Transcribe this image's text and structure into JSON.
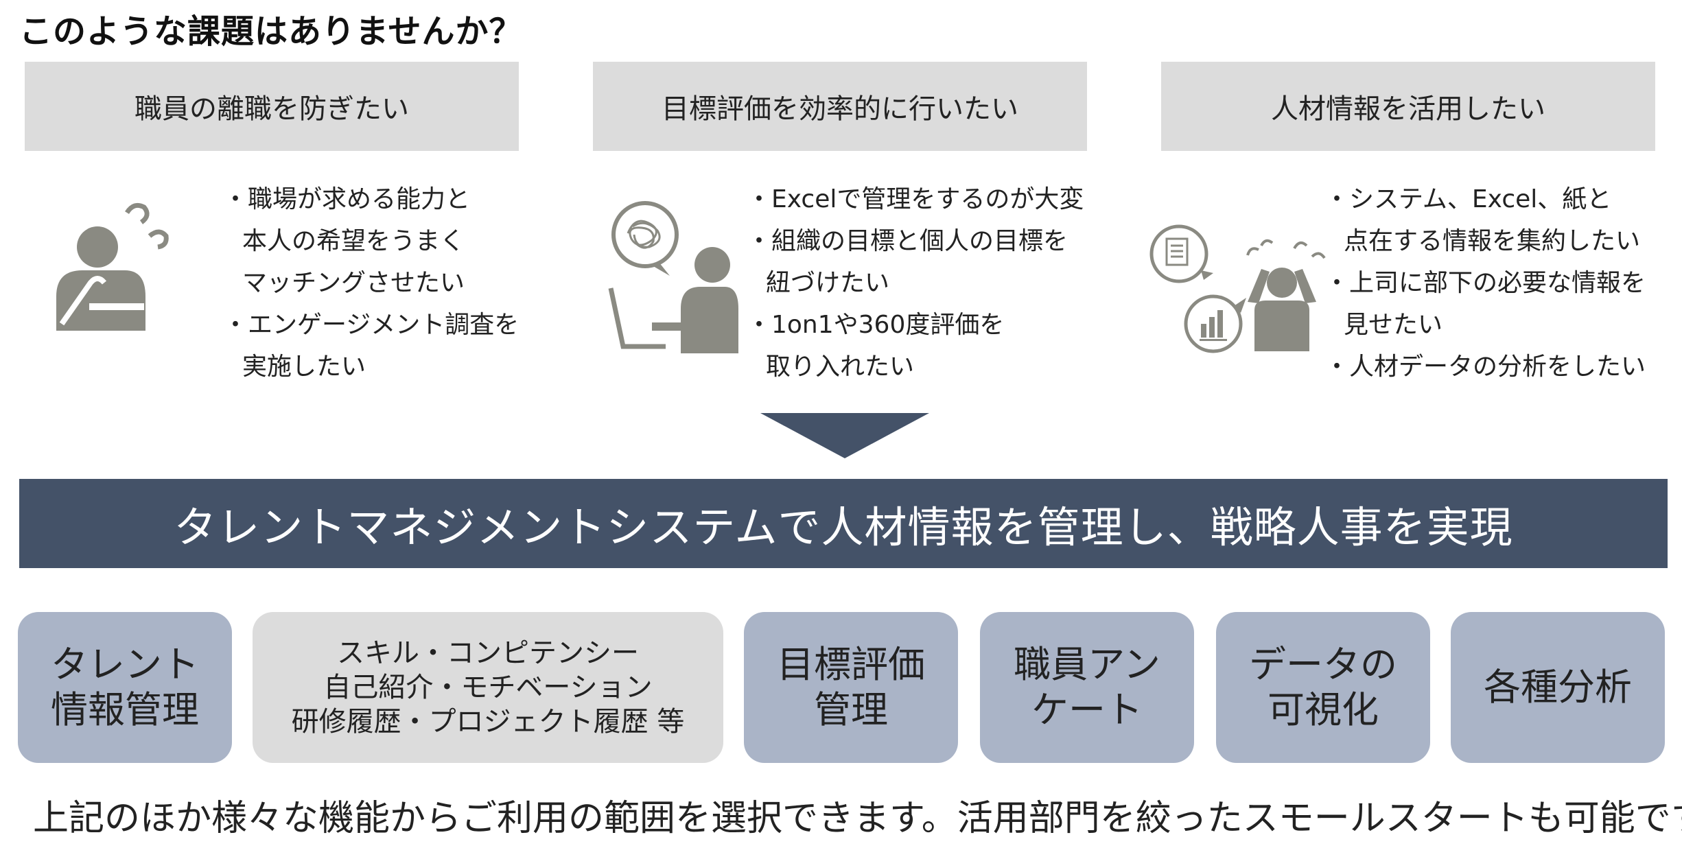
{
  "title": "このような課題はありませんか？",
  "issues": [
    {
      "header": "職員の離職を防ぎたい",
      "lines": [
        {
          "type": "bullet",
          "text": "・職場が求める能力と"
        },
        {
          "type": "cont",
          "text": "本人の希望をうまく"
        },
        {
          "type": "cont",
          "text": "マッチングさせたい"
        },
        {
          "type": "bullet",
          "text": "・エンゲージメント調査を"
        },
        {
          "type": "cont",
          "text": "実施したい"
        }
      ]
    },
    {
      "header": "目標評価を効率的に行いたい",
      "lines": [
        {
          "type": "bullet",
          "text": "・Excelで管理をするのが大変"
        },
        {
          "type": "bullet",
          "text": "・組織の目標と個人の目標を"
        },
        {
          "type": "cont",
          "text": "紐づけたい"
        },
        {
          "type": "bullet",
          "text": "・1on1や360度評価を"
        },
        {
          "type": "cont",
          "text": "取り入れたい"
        }
      ]
    },
    {
      "header": "人材情報を活用したい",
      "lines": [
        {
          "type": "bullet",
          "text": "・システム、Excel、紙と"
        },
        {
          "type": "cont",
          "text": "点在する情報を集約したい"
        },
        {
          "type": "bullet",
          "text": "・上司に部下の必要な情報を"
        },
        {
          "type": "cont",
          "text": "見せたい"
        },
        {
          "type": "bullet",
          "text": "・人材データの分析をしたい"
        }
      ]
    }
  ],
  "banner": "タレントマネジメントシステムで人材情報を管理し、戦略人事を実現",
  "features": [
    {
      "lines": [
        "タレント",
        "情報管理"
      ],
      "style": "dark"
    },
    {
      "lines": [
        "スキル・コンピテンシー",
        "自己紹介・モチベーション",
        "研修履歴・プロジェクト履歴 等"
      ],
      "style": "light"
    },
    {
      "lines": [
        "目標評価",
        "管理"
      ],
      "style": "dark"
    },
    {
      "lines": [
        "職員アン",
        "ケート"
      ],
      "style": "dark"
    },
    {
      "lines": [
        "データの",
        "可視化"
      ],
      "style": "dark"
    },
    {
      "lines": [
        "各種分析"
      ],
      "style": "dark"
    }
  ],
  "footer": "上記のほか様々な機能からご利用の範囲を選択できます。活用部門を絞ったスモールスタートも可能です",
  "colors": {
    "banner": "#445268",
    "feature_dark": "#aab4c7",
    "feature_light": "#dcdcdc",
    "header_bg": "#dcdcdc",
    "icon": "#8a8a82"
  },
  "icons": [
    "thinking-person-icon",
    "person-at-laptop-icon",
    "stressed-person-icon",
    "down-arrow-icon"
  ]
}
